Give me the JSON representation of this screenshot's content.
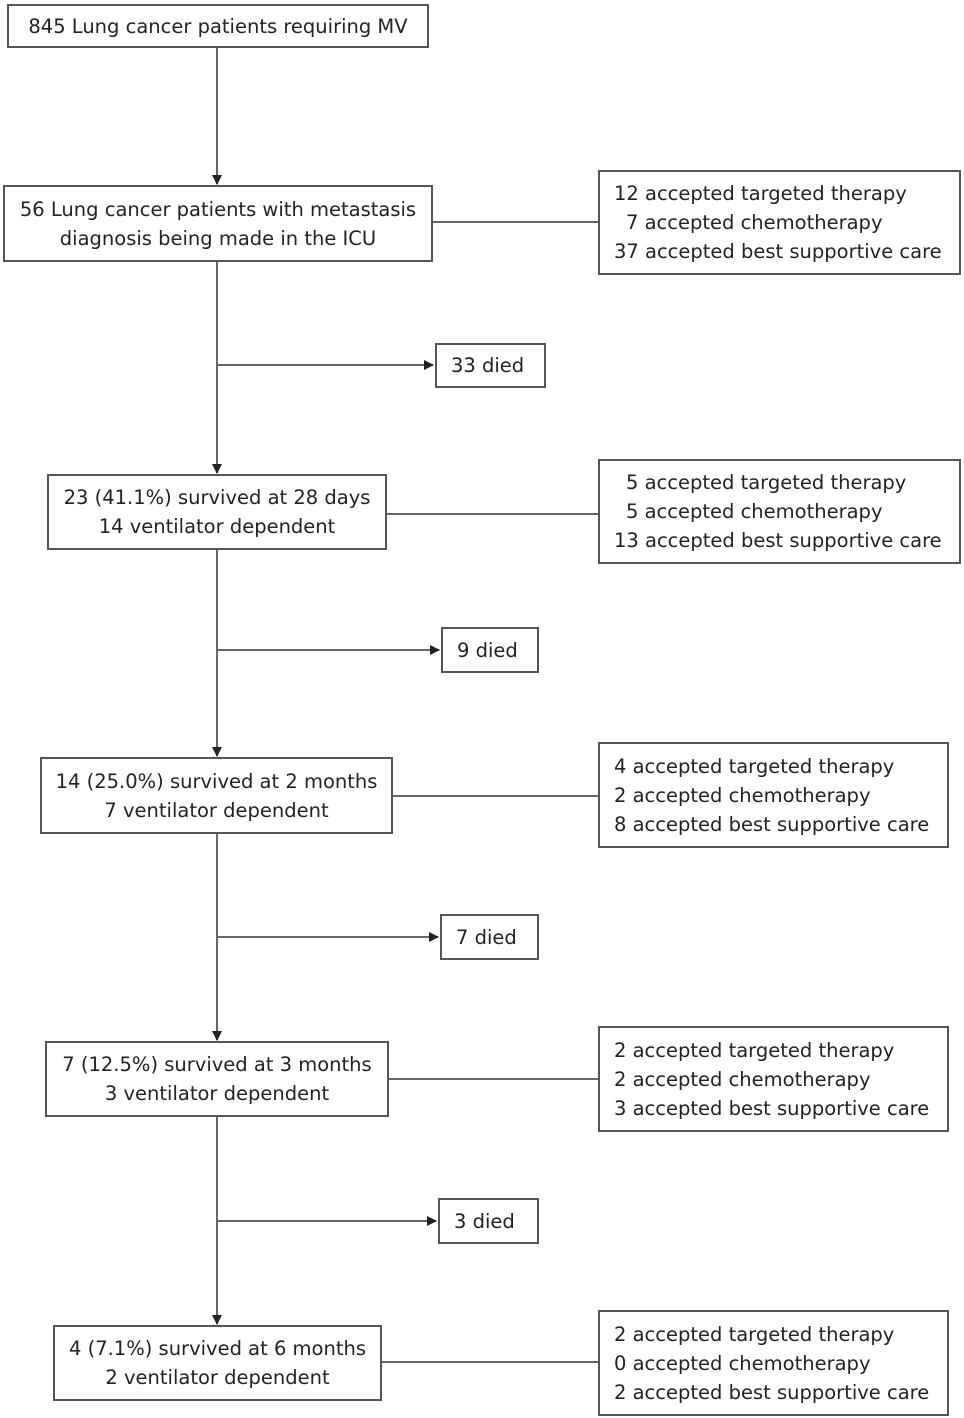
{
  "main_boxes": [
    {
      "lines": [
        "845 Lung cancer patients requiring MV"
      ]
    },
    {
      "lines": [
        "56 Lung cancer patients with metastasis",
        "diagnosis being made in the ICU"
      ]
    },
    {
      "lines": [
        "23 (41.1%) survived at 28 days",
        "14 ventilator dependent"
      ]
    },
    {
      "lines": [
        "14 (25.0%) survived at 2 months",
        "7 ventilator dependent"
      ]
    },
    {
      "lines": [
        "7 (12.5%) survived at 3 months",
        "3 ventilator dependent"
      ]
    },
    {
      "lines": [
        "4 (7.1%) survived at 6 months",
        "2 ventilator dependent"
      ]
    }
  ],
  "died_boxes": [
    {
      "label": "33 died"
    },
    {
      "label": "9 died"
    },
    {
      "label": "7 died"
    },
    {
      "label": "3 died"
    }
  ],
  "treatment_boxes": [
    {
      "lines": [
        "12 accepted targeted therapy",
        "7 accepted chemotherapy",
        "37 accepted best supportive care"
      ]
    },
    {
      "lines": [
        "5 accepted targeted therapy",
        "5 accepted chemotherapy",
        "13 accepted best supportive care"
      ]
    },
    {
      "lines": [
        "4 accepted targeted therapy",
        "2 accepted chemotherapy",
        "8 accepted best supportive care"
      ]
    },
    {
      "lines": [
        "2 accepted targeted therapy",
        "2 accepted chemotherapy",
        "3 accepted best supportive care"
      ]
    },
    {
      "lines": [
        "2 accepted targeted therapy",
        "0 accepted chemotherapy",
        "2 accepted best supportive care"
      ]
    }
  ]
}
